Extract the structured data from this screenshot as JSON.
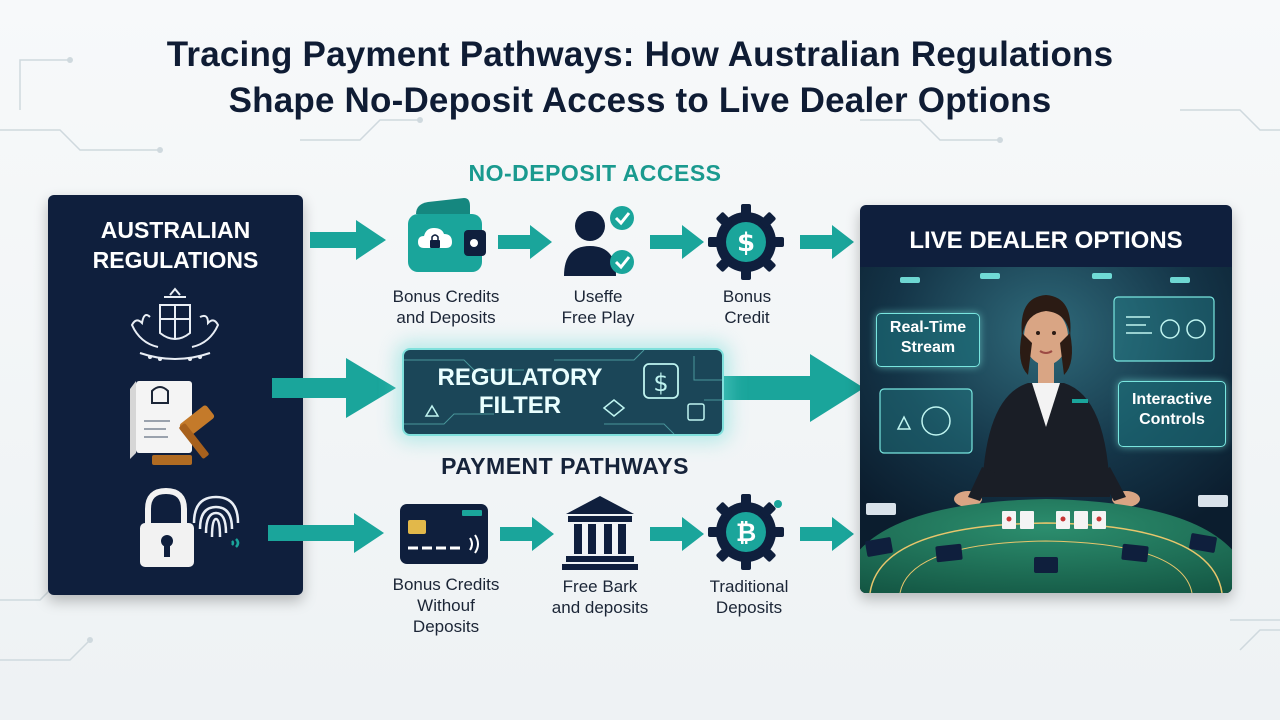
{
  "title": {
    "line1": "Tracing Payment Pathways: How Australian Regulations",
    "line2": "Shape No-Deposit Access to Live Dealer Options"
  },
  "left_panel": {
    "title_line1": "AUSTRALIAN",
    "title_line2": "REGULATIONS",
    "icons": [
      "coat-of-arms-icon",
      "gavel-document-icon",
      "padlock-fingerprint-icon"
    ]
  },
  "no_deposit": {
    "heading": "NO-DEPOSIT ACCESS",
    "steps": [
      {
        "icon": "wallet-cloud-lock-icon",
        "line1": "Bonus Credits",
        "line2": "and Deposits"
      },
      {
        "icon": "user-checkmark-icon",
        "line1": "Useffe",
        "line2": "Free Play"
      },
      {
        "icon": "dollar-gear-icon",
        "line1": "Bonus",
        "line2": "Credit"
      }
    ]
  },
  "filter": {
    "line1": "REGULATORY",
    "line2": "FILTER"
  },
  "payment": {
    "heading": "PAYMENT PATHWAYS",
    "steps": [
      {
        "icon": "credit-card-icon",
        "line1": "Bonus Credits",
        "line2": "Withouf",
        "line3": "Deposits"
      },
      {
        "icon": "bank-icon",
        "line1": "Free Bark",
        "line2": "and deposits"
      },
      {
        "icon": "bitcoin-gear-icon",
        "line1": "Traditional",
        "line2": "Deposits"
      }
    ]
  },
  "right_panel": {
    "title": "LIVE DEALER OPTIONS",
    "overlay1_line1": "Real-Time",
    "overlay1_line2": "Stream",
    "overlay2_line1": "Interactive",
    "overlay2_line2": "Controls"
  },
  "colors": {
    "teal": "#1aa59b",
    "navy": "#0f1f3d",
    "heading_teal": "#1a9a8f",
    "heading_dark": "#16233a"
  }
}
